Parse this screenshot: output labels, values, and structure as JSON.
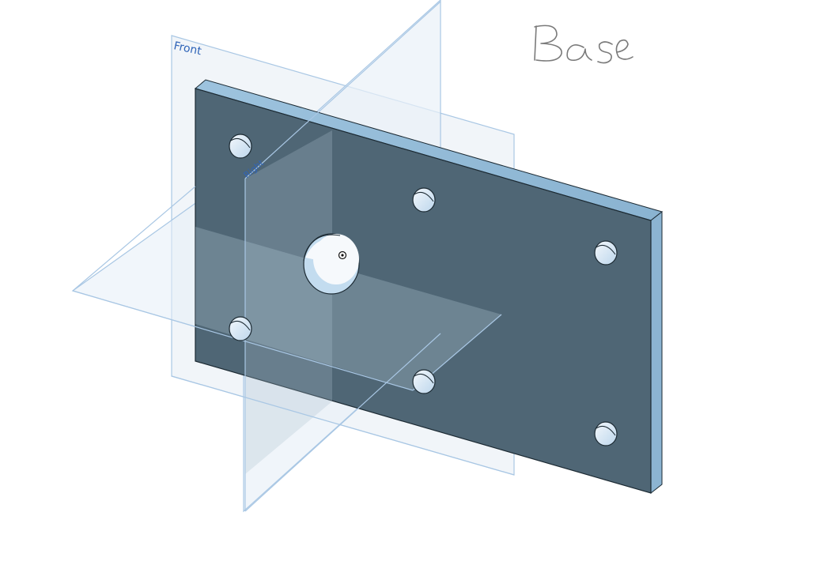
{
  "viewport": {
    "annotation_text": "Base",
    "planes": {
      "front_label": "Front",
      "right_label": "Right"
    },
    "part": {
      "face_color": "#4f6675",
      "edge_color": "#9bc2dd",
      "hole_count": 6,
      "center_bore_count": 1
    },
    "plane_color": "#a9c7e4",
    "plane_label_color": "#2f64b8"
  }
}
